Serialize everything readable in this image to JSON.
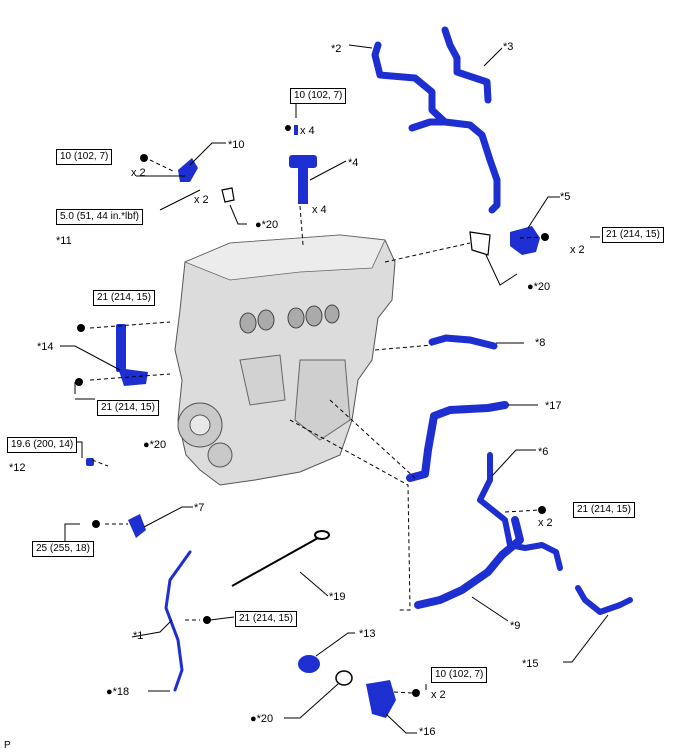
{
  "parts": {
    "p1": "*1",
    "p2": "*2",
    "p3": "*3",
    "p4": "*4",
    "p5": "*5",
    "p6": "*6",
    "p7": "*7",
    "p8": "*8",
    "p9": "*9",
    "p10": "*10",
    "p11": "*11",
    "p12": "*12",
    "p13": "*13",
    "p14": "*14",
    "p15": "*15",
    "p16": "*16",
    "p17": "*17",
    "p18": "●*18",
    "p19": "*19",
    "p20a": "●*20",
    "p20b": "●*20",
    "p20c": "●*20",
    "p20d": "●*20"
  },
  "torques": {
    "t_10_top": "10 (102, 7)",
    "t_10_left": "10 (102, 7)",
    "t_5": "5.0 (51, 44 in.*lbf)",
    "t_21_right": "21 (214, 15)",
    "t_21_left_upper": "21 (214, 15)",
    "t_21_left_lower": "21 (214, 15)",
    "t_196": "19.6 (200, 14)",
    "t_25": "25 (255, 18)",
    "t_21_mid": "21 (214, 15)",
    "t_21_bottom": "21 (214, 15)",
    "t_10_bottom": "10 (102, 7)"
  },
  "qty": {
    "q_top": "x 4",
    "q_coil": "x 4",
    "q_10": "x 2",
    "q_11": "x 2",
    "q_5": "x 2",
    "q_6": "x 2",
    "q_16": "x 2"
  },
  "corner": "P",
  "colors": {
    "part": "#1d2fd0",
    "engine": "#d9d9d9",
    "line": "#000000"
  }
}
